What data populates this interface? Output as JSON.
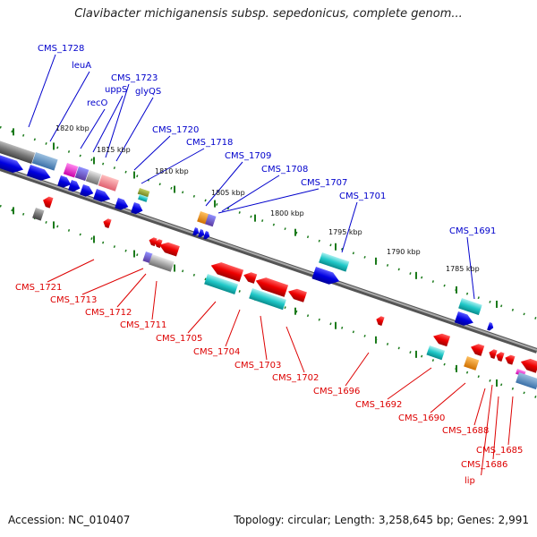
{
  "title": "Clavibacter michiganensis subsp. sepedonicus, complete genom...",
  "footer": {
    "accession": "Accession: NC_010407",
    "summary": "Topology: circular; Length: 3,258,645 bp; Genes: 2,991"
  },
  "colors": {
    "forward_label": "#0000cc",
    "reverse_label": "#dd0000",
    "backbone": "#808080",
    "tick": "#1b7a1b"
  },
  "bp_marks": [
    "1820 kbp",
    "1815 kbp",
    "1810 kbp",
    "1805 kbp",
    "1800 kbp",
    "1795 kbp",
    "1790 kbp",
    "1785 kbp"
  ],
  "forward_labels": [
    "CMS_1728",
    "leuA",
    "recO",
    "uppS",
    "CMS_1723",
    "glyQS",
    "CMS_1720",
    "CMS_1718",
    "CMS_1709",
    "CMS_1708",
    "CMS_1707",
    "CMS_1701",
    "CMS_1691"
  ],
  "reverse_labels": [
    "CMS_1721",
    "CMS_1713",
    "CMS_1712",
    "CMS_1711",
    "CMS_1705",
    "CMS_1704",
    "CMS_1703",
    "CMS_1702",
    "CMS_1696",
    "CMS_1692",
    "CMS_1690",
    "CMS_1688",
    "CMS_1685",
    "CMS_1686",
    "lip"
  ]
}
